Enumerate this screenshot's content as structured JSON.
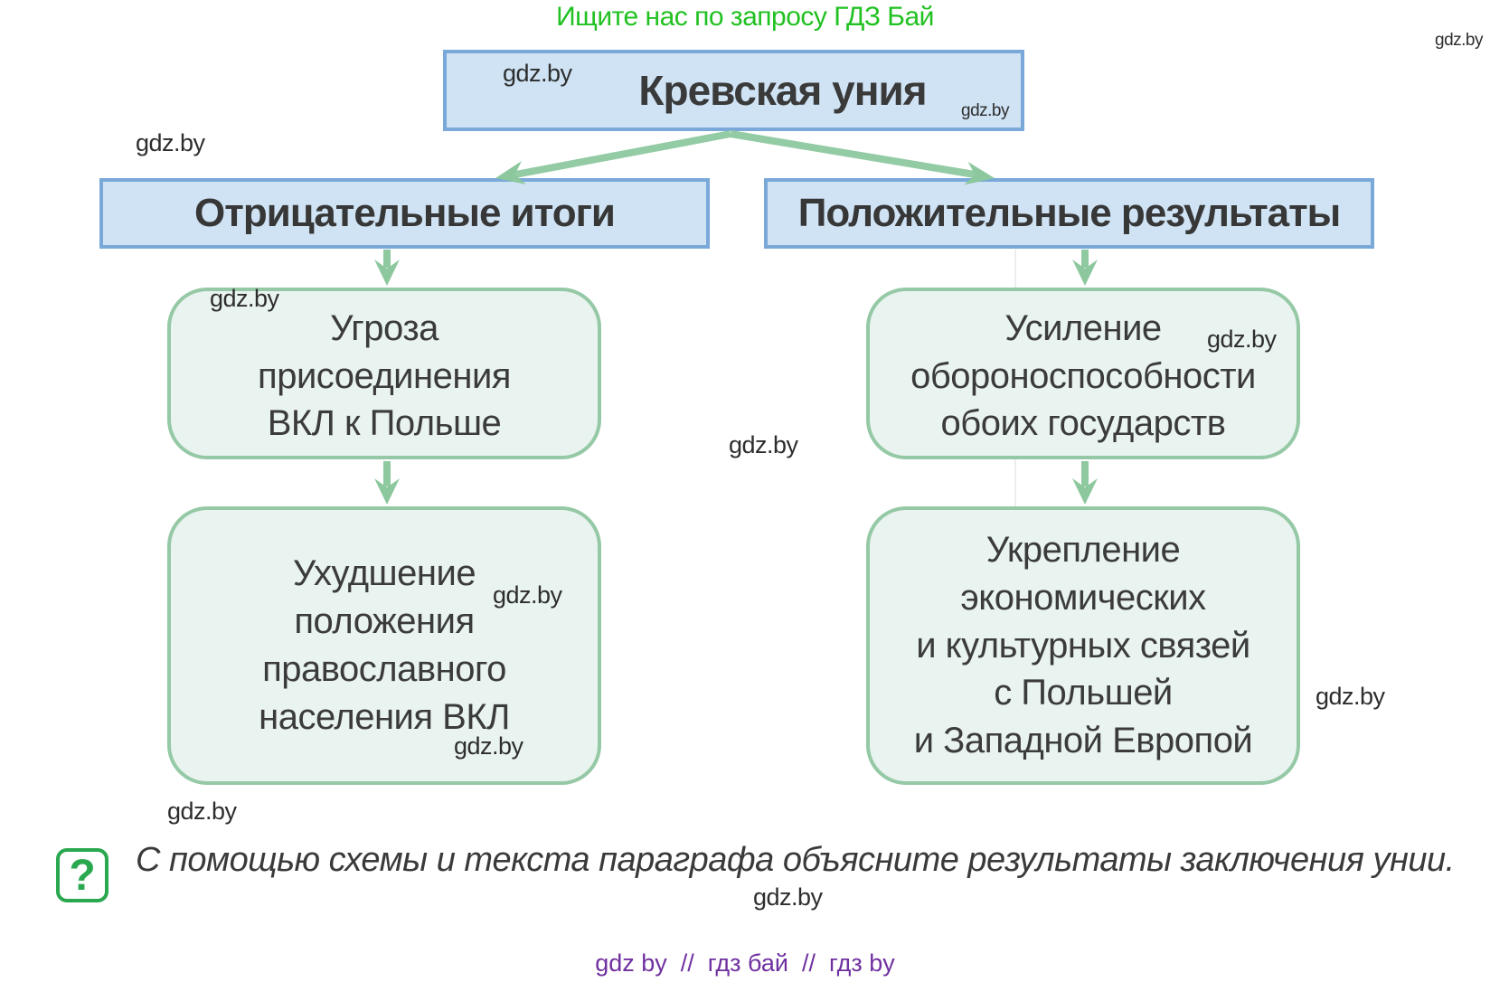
{
  "banner": {
    "text": "Ищите нас по запросу ГДЗ Бай"
  },
  "watermark_text": "gdz.by",
  "diagram": {
    "root_title": "Кревская уния",
    "branches": [
      {
        "header": "Отрицательные итоги",
        "boxes": [
          "Угроза\nприсоединения\nВКЛ к Польше",
          "Ухудшение\nположения\nправославного\nнаселения ВКЛ"
        ]
      },
      {
        "header": "Положительные результаты",
        "boxes": [
          "Усиление\nобороноспособности\nобоих государств",
          "Укрепление\nэкономических\nи культурных связей\nс Польшей\nи Западной Европой"
        ]
      }
    ]
  },
  "task": {
    "icon": "?",
    "text": "С помощью схемы и текста параграфа объясните результаты заключения унии."
  },
  "footer": {
    "seo_text": "gdz by  //  гдз бай  //  гдз by"
  },
  "colors": {
    "banner_green": "#21c121",
    "blue_box_fill": "#cfe3f4",
    "blue_box_border": "#79a8d9",
    "green_box_fill": "#e9f3ef",
    "green_box_border": "#95c9a6",
    "arrow_green": "#93cba4",
    "question_green": "#2aa84f",
    "footer_purple": "#7030a0",
    "text_dark": "#3a3a3a"
  }
}
